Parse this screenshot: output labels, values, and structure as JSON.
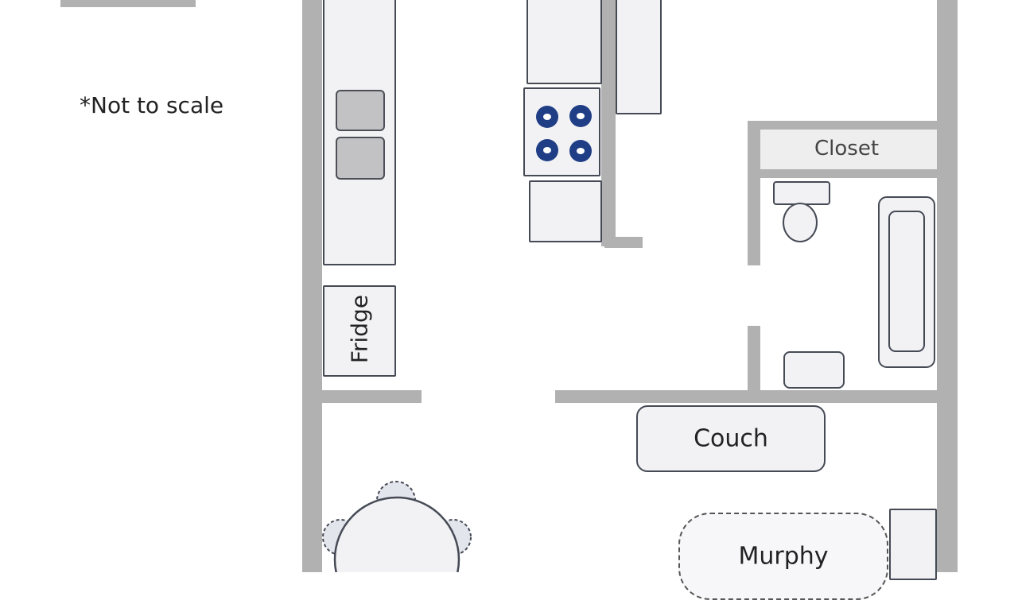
{
  "note": "*Not to scale",
  "labels": {
    "fridge": "Fridge",
    "closet": "Closet",
    "couch": "Couch",
    "murphy": "Murphy"
  },
  "colors": {
    "wall": "#b1b1b1",
    "fixture_fill": "#f2f2f5",
    "fixture_stroke": "#454a55",
    "burner": "#1f3e85",
    "sink": "#c2c2c4"
  }
}
